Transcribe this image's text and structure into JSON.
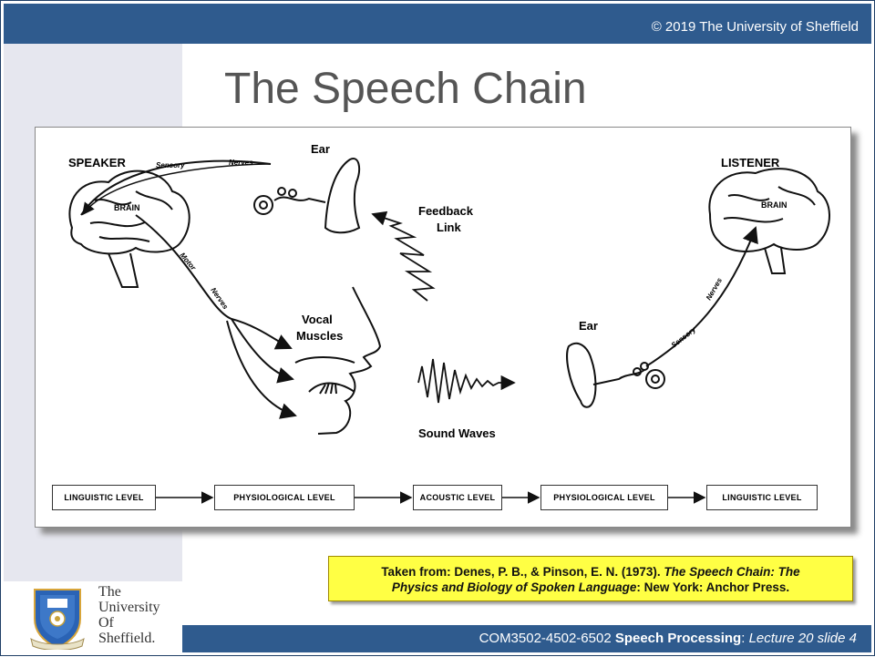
{
  "header": {
    "copyright": "© 2019 The University of Sheffield"
  },
  "slide": {
    "title": "The Speech Chain"
  },
  "diagram": {
    "speaker": "SPEAKER",
    "listener": "LISTENER",
    "brain_left": "BRAIN",
    "brain_right": "BRAIN",
    "ear_top": "Ear",
    "ear_right": "Ear",
    "sensory_nerves_top": "Sensory",
    "nerves_top": "Nerves",
    "motor": "Motor",
    "motor_nerves": "Nerves",
    "sensory_right": "Sensory",
    "nerves_right": "Nerves",
    "feedback_1": "Feedback",
    "feedback_2": "Link",
    "vocal_1": "Vocal",
    "vocal_2": "Muscles",
    "sound_waves": "Sound Waves",
    "levels": [
      "LINGUISTIC   LEVEL",
      "PHYSIOLOGICAL   LEVEL",
      "ACOUSTIC   LEVEL",
      "PHYSIOLOGICAL   LEVEL",
      "LINGUISTIC   LEVEL"
    ]
  },
  "citation": {
    "prefix": "Taken from: Denes, P. B., & Pinson, E. N. (1973). ",
    "title_part1": "The Speech Chain: The",
    "title_part2": "Physics and Biology of Spoken Language",
    "suffix": ": New York: Anchor Press."
  },
  "logo": {
    "line1": "The",
    "line2": "University",
    "line3": "Of",
    "line4": "Sheffield."
  },
  "footer": {
    "course": "COM3502-4502-6502 ",
    "module": "Speech Processing",
    "sep": ": ",
    "lecture": "Lecture 20 slide 4"
  }
}
